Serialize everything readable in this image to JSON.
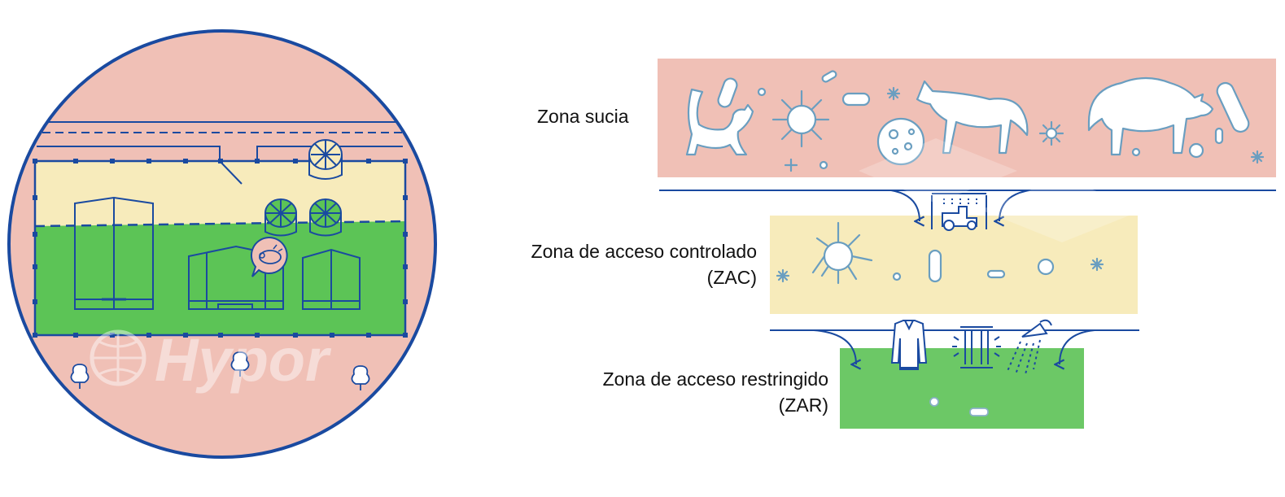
{
  "colors": {
    "dirty_zone": "#f0c0b6",
    "controlled_zone": "#f7ebbb",
    "restricted_zone": "#5cc456",
    "outline": "#1a4aa0",
    "icon_fill": "#ffffff",
    "watermark": "#ffffff"
  },
  "zones": {
    "dirty": {
      "label": "Zona sucia"
    },
    "controlled": {
      "label_line1": "Zona de acceso controlado",
      "label_line2": "(ZAC)"
    },
    "restricted": {
      "label_line1": "Zona de acceso restringido",
      "label_line2": "(ZAR)"
    }
  },
  "watermark": {
    "text": "Hypor"
  },
  "icons": [
    "cat-icon",
    "bacteria-icon",
    "virus-icon",
    "fox-icon",
    "wild-boar-icon",
    "tractor-wash-icon",
    "coverall-icon",
    "uv-lamp-icon",
    "shower-icon",
    "silo-icon",
    "pig-badge-icon",
    "tree-icon",
    "barn-icon"
  ]
}
